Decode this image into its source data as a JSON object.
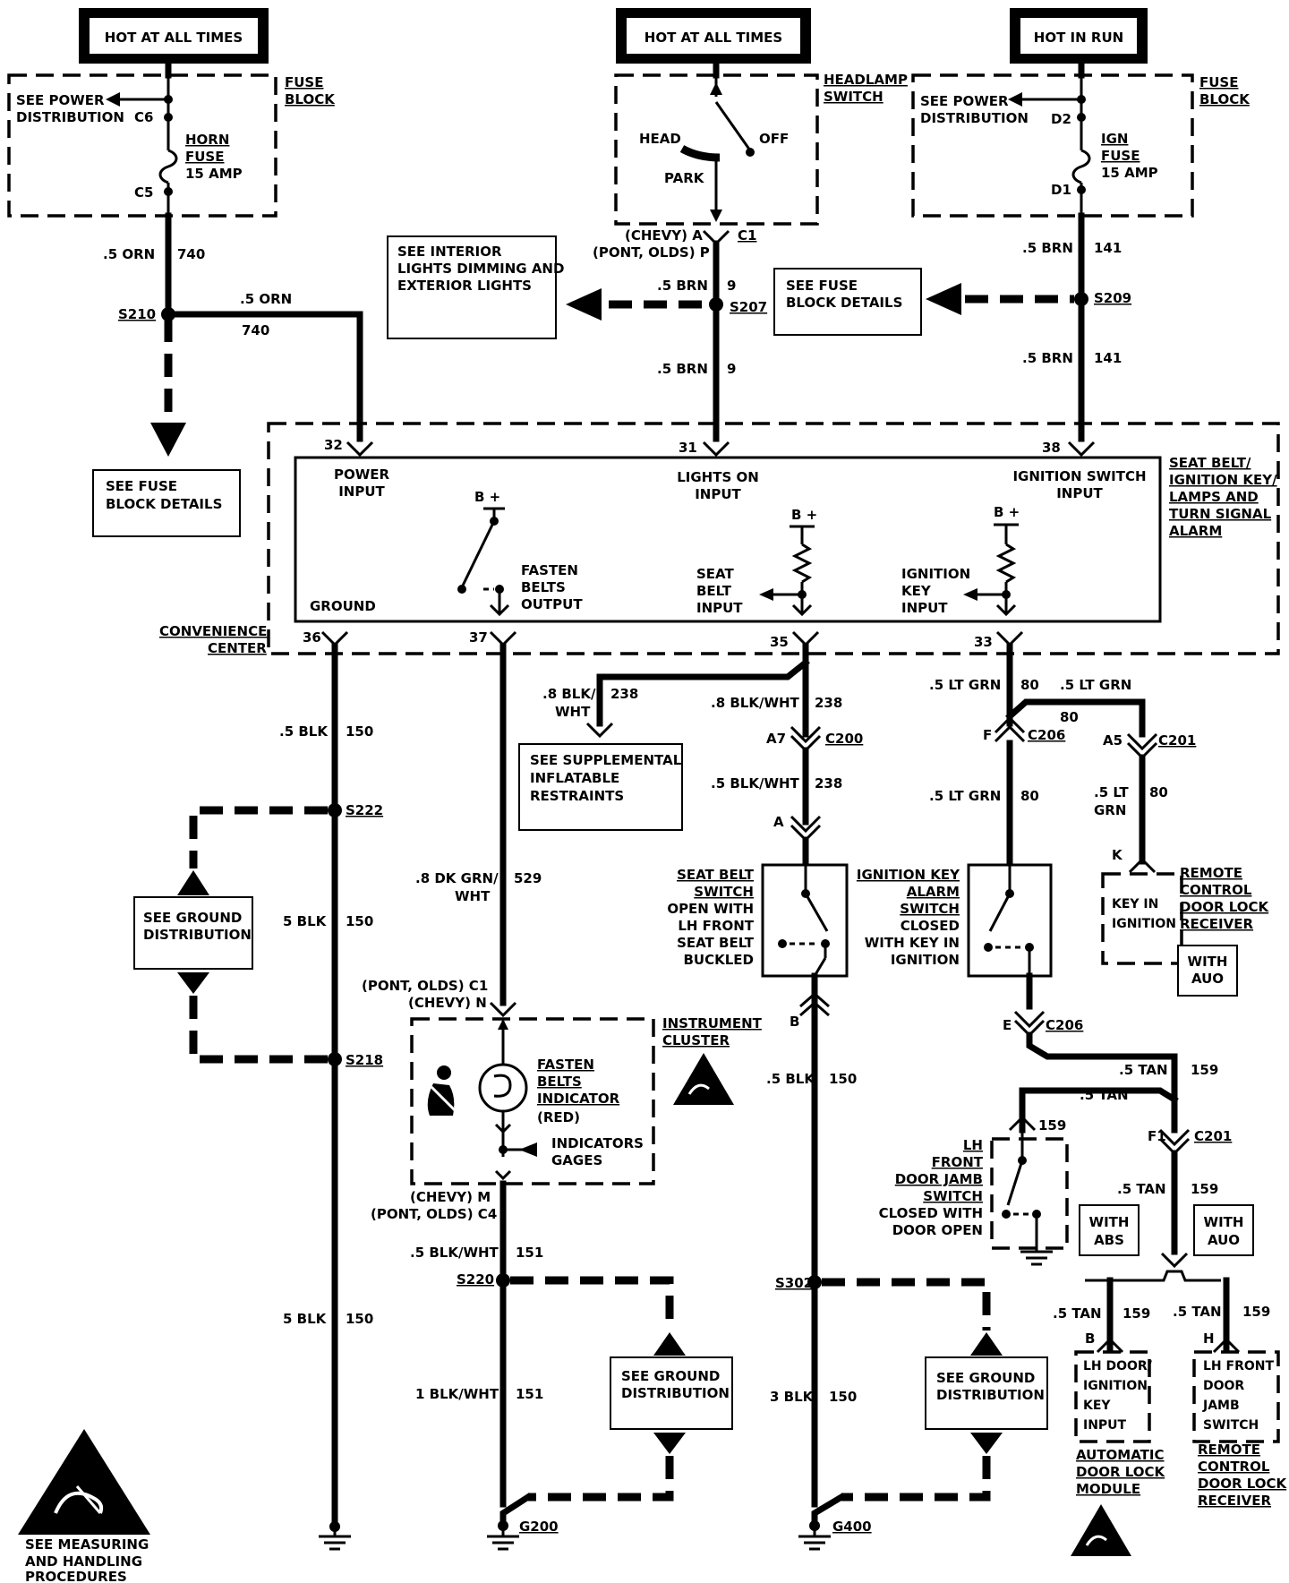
{
  "headers": {
    "hot_all_times_left": "HOT AT ALL TIMES",
    "hot_all_times_mid": "HOT AT ALL TIMES",
    "hot_in_run": "HOT IN RUN"
  },
  "fuse_block_left": {
    "title_1": "FUSE",
    "title_2": "BLOCK",
    "see_power_1": "SEE POWER",
    "see_power_2": "DISTRIBUTION",
    "pin_top": "C6",
    "pin_bottom": "C5",
    "fuse_1": "HORN",
    "fuse_2": "FUSE",
    "fuse_3": "15 AMP"
  },
  "headlamp_switch": {
    "title_1": "HEADLAMP",
    "title_2": "SWITCH",
    "head": "HEAD",
    "off": "OFF",
    "park": "PARK",
    "conn_chevy": "(CHEVY)  A",
    "conn_pont": "(PONT, OLDS)  P",
    "conn_name": "C1"
  },
  "fuse_block_right": {
    "title_1": "FUSE",
    "title_2": "BLOCK",
    "see_power_1": "SEE POWER",
    "see_power_2": "DISTRIBUTION",
    "pin_top": "D2",
    "pin_bottom": "D1",
    "fuse_1": "IGN",
    "fuse_2": "FUSE",
    "fuse_3": "15 AMP"
  },
  "wires": {
    "orn_left_label": ".5 ORN",
    "orn_left_num": "740",
    "orn_top_label": ".5 ORN",
    "orn_top_num": "740",
    "brn_mid_top_label": ".5 BRN",
    "brn_mid_top_num": "9",
    "brn_mid_bot_label": ".5 BRN",
    "brn_mid_bot_num": "9",
    "brn_right_top_label": ".5 BRN",
    "brn_right_top_num": "141",
    "brn_right_bot_label": ".5 BRN",
    "brn_right_bot_num": "141",
    "blk_150_a_label": ".5 BLK",
    "blk_150_a_num": "150",
    "blk_150_b_label": "5 BLK",
    "blk_150_b_num": "150",
    "blk_150_c_label": "5 BLK",
    "blk_150_c_num": "150",
    "dkgrn_label_1": ".8 DK GRN/",
    "dkgrn_label_2": "WHT",
    "dkgrn_num": "529",
    "blkwht_238_left_1": ".8 BLK/",
    "blkwht_238_left_2": "WHT",
    "blkwht_238_left_num": "238",
    "blkwht_238_a_label": ".8 BLK/WHT",
    "blkwht_238_a_num": "238",
    "blkwht_238_b_label": ".5 BLK/WHT",
    "blkwht_238_b_num": "238",
    "ltgrn_a_label": ".5 LT GRN",
    "ltgrn_a_num": "80",
    "ltgrn_b_label": ".5 LT GRN",
    "ltgrn_b_num": "80",
    "ltgrn_c_label": ".5 LT GRN",
    "ltgrn_c_num": "80",
    "ltgrn_d_label_1": ".5 LT",
    "ltgrn_d_label_2": "GRN",
    "ltgrn_d_num": "80",
    "blkwht_151_a_label": ".5 BLK/WHT",
    "blkwht_151_a_num": "151",
    "blkwht_151_b_label": "1 BLK/WHT",
    "blkwht_151_b_num": "151",
    "blk_150_d_label": ".5 BLK",
    "blk_150_d_num": "150",
    "blk_150_e_label": "3 BLK",
    "blk_150_e_num": "150",
    "tan_a_label": ".5 TAN",
    "tan_a_num": "159",
    "tan_b_label": ".5 TAN",
    "tan_b_num": "159",
    "tan_c_label": ".5 TAN",
    "tan_c_num": "159",
    "tan_d_label": ".5 TAN",
    "tan_d_num": "159",
    "tan_e_label": ".5 TAN",
    "tan_e_num": "159"
  },
  "splices": {
    "s210": "S210",
    "s207": "S207",
    "s209": "S209",
    "s222": "S222",
    "s218": "S218",
    "s220": "S220",
    "s302": "S302"
  },
  "grounds": {
    "g200": "G200",
    "g400": "G400"
  },
  "boxes": {
    "see_interior_1": "SEE INTERIOR",
    "see_interior_2": "LIGHTS DIMMING AND",
    "see_interior_3": "EXTERIOR LIGHTS",
    "see_fuse_mid_1": "SEE FUSE",
    "see_fuse_mid_2": "BLOCK DETAILS",
    "see_fuse_left_1": "SEE FUSE",
    "see_fuse_left_2": "BLOCK DETAILS",
    "see_sir_1": "SEE SUPPLEMENTAL",
    "see_sir_2": "INFLATABLE",
    "see_sir_3": "RESTRAINTS",
    "see_gnd_1a": "SEE GROUND",
    "see_gnd_1b": "DISTRIBUTION",
    "see_gnd_2a": "SEE GROUND",
    "see_gnd_2b": "DISTRIBUTION",
    "see_gnd_3a": "SEE GROUND",
    "see_gnd_3b": "DISTRIBUTION"
  },
  "convenience_center": {
    "label_1": "CONVENIENCE",
    "label_2": "CENTER",
    "module_1": "SEAT BELT/",
    "module_2": "IGNITION KEY/",
    "module_3": "LAMPS AND",
    "module_4": "TURN SIGNAL",
    "module_5": "ALARM",
    "pin_32": "32",
    "pin_31": "31",
    "pin_38": "38",
    "pin_36": "36",
    "pin_37": "37",
    "pin_35": "35",
    "pin_33": "33",
    "power_input_1": "POWER",
    "power_input_2": "INPUT",
    "lights_on_1": "LIGHTS ON",
    "lights_on_2": "INPUT",
    "ign_switch_1": "IGNITION SWITCH",
    "ign_switch_2": "INPUT",
    "ground": "GROUND",
    "fasten_1": "FASTEN",
    "fasten_2": "BELTS",
    "fasten_3": "OUTPUT",
    "seat_1": "SEAT",
    "seat_2": "BELT",
    "seat_3": "INPUT",
    "ignkey_1": "IGNITION",
    "ignkey_2": "KEY",
    "ignkey_3": "INPUT",
    "bplus_1": "B +",
    "bplus_2": "B +",
    "bplus_3": "B +"
  },
  "connectors": {
    "c200_pin_top": "A7",
    "c200_name": "C200",
    "c200_pin_bot": "A",
    "c206_pin_top": "F",
    "c206_name": "C206",
    "c201_pin_top": "A5",
    "c201_name": "C201",
    "c201_k": "K",
    "b_pin": "B",
    "c206_pin_bot": "E",
    "c206_name_bot": "C206",
    "c201_f1": "F1",
    "c201_name_bot": "C201",
    "cluster_c1_pont": "(PONT, OLDS)  C1",
    "cluster_c1_chevy": "(CHEVY)  N",
    "cluster_c4_chevy": "(CHEVY)  M",
    "cluster_c4_pont": "(PONT, OLDS)  C4",
    "adl_b": "B",
    "rcr_h": "H"
  },
  "seat_belt_switch": {
    "line_1": "SEAT BELT",
    "line_2": "SWITCH",
    "line_3": "OPEN WITH",
    "line_4": "LH FRONT",
    "line_5": "SEAT BELT",
    "line_6": "BUCKLED"
  },
  "ign_key_alarm_switch": {
    "line_1": "IGNITION KEY",
    "line_2": "ALARM",
    "line_3": "SWITCH",
    "line_4": "CLOSED",
    "line_5": "WITH KEY IN",
    "line_6": "IGNITION"
  },
  "remote_receiver_top": {
    "line_1": "REMOTE",
    "line_2": "CONTROL",
    "line_3": "DOOR LOCK",
    "line_4": "RECEIVER",
    "key_in_1": "KEY IN",
    "key_in_2": "IGNITION",
    "with_1": "WITH",
    "with_2": "AUO"
  },
  "instrument_cluster": {
    "title_1": "INSTRUMENT",
    "title_2": "CLUSTER",
    "ind_1": "FASTEN",
    "ind_2": "BELTS",
    "ind_3": "INDICATOR",
    "ind_4": "(RED)",
    "gages_1": "INDICATORS",
    "gages_2": "GAGES"
  },
  "door_jamb_switch": {
    "line_1": "LH",
    "line_2": "FRONT",
    "line_3": "DOOR JAMB",
    "line_4": "SWITCH",
    "line_5": "CLOSED WITH",
    "line_6": "DOOR OPEN"
  },
  "with_abs": {
    "line_1": "WITH",
    "line_2": "ABS"
  },
  "with_auo": {
    "line_1": "WITH",
    "line_2": "AUO"
  },
  "adl_module": {
    "in_1": "LH DOOR/",
    "in_2": "IGNITION",
    "in_3": "KEY",
    "in_4": "INPUT",
    "title_1": "AUTOMATIC",
    "title_2": "DOOR LOCK",
    "title_3": "MODULE"
  },
  "rcr_bottom": {
    "in_1": "LH FRONT",
    "in_2": "DOOR",
    "in_3": "JAMB",
    "in_4": "SWITCH",
    "title_1": "REMOTE",
    "title_2": "CONTROL",
    "title_3": "DOOR LOCK",
    "title_4": "RECEIVER"
  },
  "esd_note": {
    "line_1": "SEE MEASURING",
    "line_2": "AND HANDLING",
    "line_3": "PROCEDURES"
  }
}
